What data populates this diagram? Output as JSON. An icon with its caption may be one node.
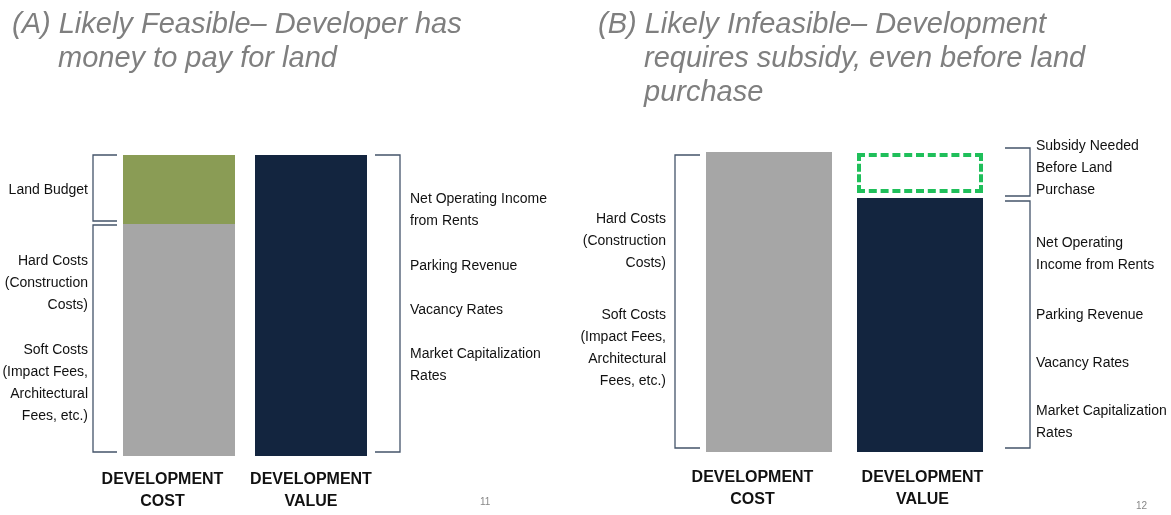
{
  "diagram": {
    "nodes": [
      {
        "text": [],
        "shape": "bar",
        "beside": [
          "Land Budget"
        ]
      },
      {
        "text": [],
        "shape": "bar",
        "beside": [
          "Hard Costs (Construction Costs)",
          "Soft Costs (Impact Fees, Architectural Fees, etc.)"
        ]
      },
      {
        "text": [],
        "shape": "bar",
        "beside": [
          "Net Operating Income from Rents",
          "Parking Revenue",
          "Vacancy Rates",
          "Market Capitalization Rates"
        ]
      },
      {
        "text": [],
        "shape": "bar",
        "beside": [
          "Hard Costs (Construction Costs)",
          "Soft Costs (Impact Fees, Architectural Fees, etc.)"
        ]
      },
      {
        "text": [],
        "shape": "box",
        "beside": [
          "Subsidy Needed Before Land Purchase"
        ]
      },
      {
        "text": [],
        "shape": "bar",
        "beside": [
          "Net Operating Income from Rents",
          "Parking Revenue",
          "Vacancy Rates",
          "Market Capitalization Rates"
        ]
      }
    ],
    "labels": [
      "(A) Likely Feasible– Developer has money to pay for land",
      "(B) Likely Infeasible– Development requires subsidy, even before land purchase",
      "DEVELOPMENT COST",
      "DEVELOPMENT VALUE",
      "11",
      "DEVELOPMENT COST",
      "DEVELOPMENT VALUE",
      "12"
    ]
  }
}
